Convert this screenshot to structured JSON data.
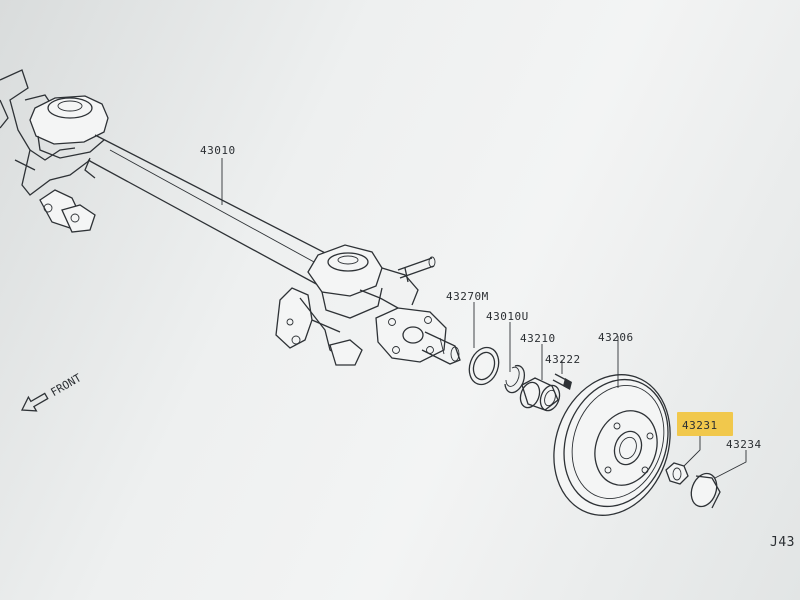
{
  "diagram": {
    "parts": [
      {
        "id": "axle-beam",
        "number": "43010"
      },
      {
        "id": "bearing-seal",
        "number": "43270M"
      },
      {
        "id": "spindle-washer",
        "number": "43010U"
      },
      {
        "id": "wheel-bearing",
        "number": "43210"
      },
      {
        "id": "hub-bolt",
        "number": "43222"
      },
      {
        "id": "brake-drum",
        "number": "43206"
      },
      {
        "id": "hub-nut",
        "number": "43231"
      },
      {
        "id": "grease-cap",
        "number": "43234"
      }
    ],
    "direction_label": "FRONT",
    "diagram_code": "J43",
    "highlight_color": "#f2c230"
  }
}
